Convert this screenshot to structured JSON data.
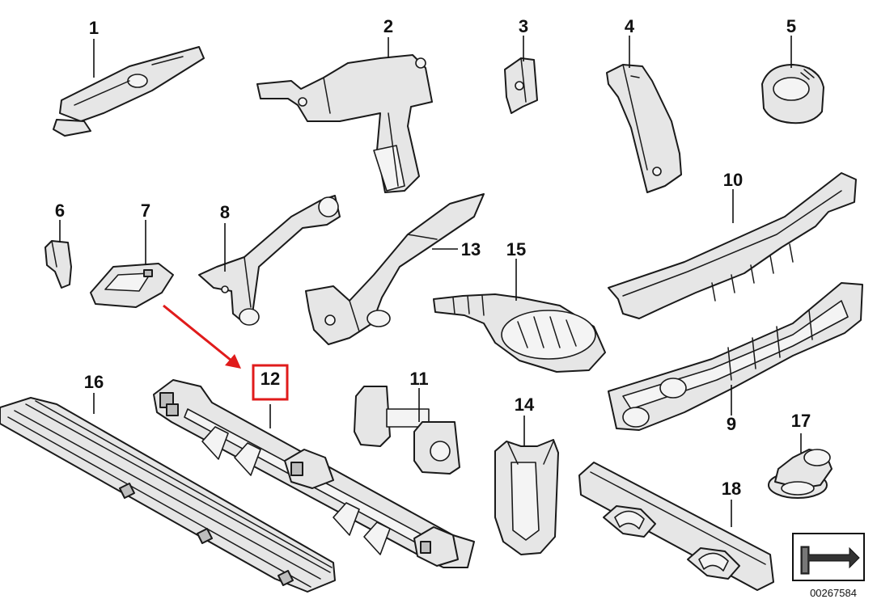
{
  "diagram": {
    "part_numbers": [
      "1",
      "2",
      "3",
      "4",
      "5",
      "6",
      "7",
      "8",
      "9",
      "10",
      "11",
      "12",
      "13",
      "14",
      "15",
      "16",
      "17",
      "18"
    ],
    "highlighted_part": "12",
    "highlight_color": "#e01b1b",
    "arrow_color": "#e01b1b",
    "reference_code": "00267584",
    "reference_icon": "direction-arrow-icon"
  }
}
